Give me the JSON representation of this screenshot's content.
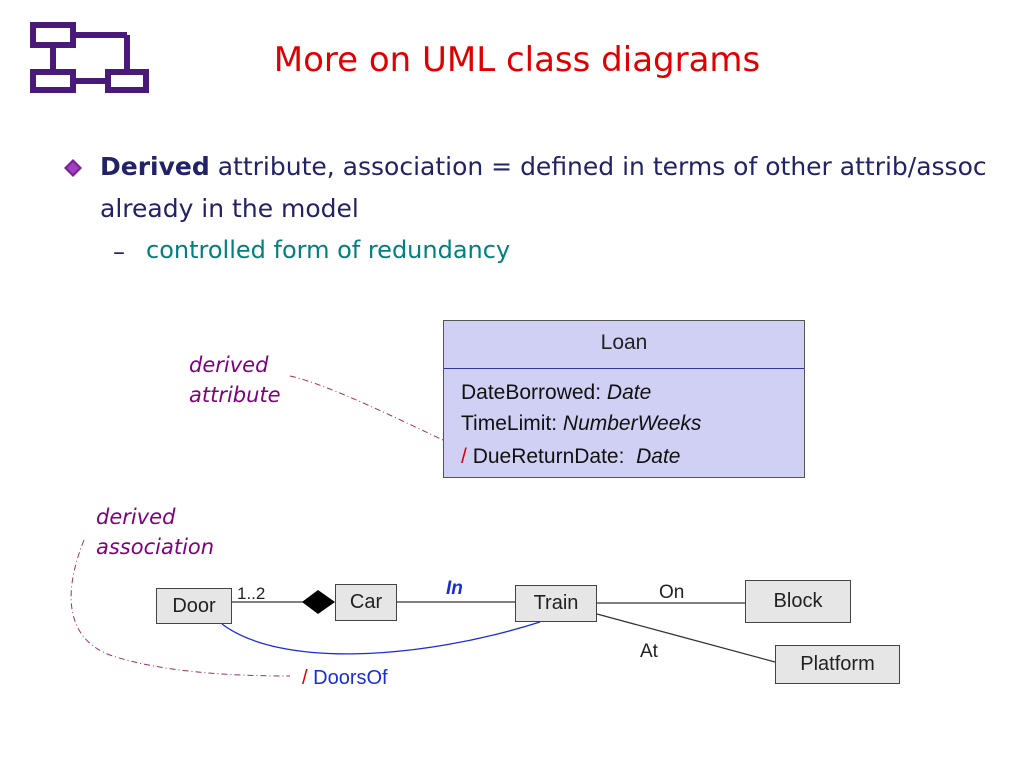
{
  "title": "More on UML class diagrams",
  "bullet": {
    "term": "Derived",
    "text": "attribute, association =   defined in terms of other attrib/assoc already in the model",
    "sub": "controlled form of redundancy",
    "sub_marker": "–"
  },
  "notes": {
    "derived_attribute_line1": "derived",
    "derived_attribute_line2": "attribute",
    "derived_association_line1": "derived",
    "derived_association_line2": "association"
  },
  "loan_class": {
    "name": "Loan",
    "attributes": [
      {
        "prefix": "",
        "name": "DateBorrowed:",
        "type": "Date"
      },
      {
        "prefix": "",
        "name": "TimeLimit:",
        "type": "NumberWeeks"
      },
      {
        "prefix": "/",
        "name": "DueReturnDate:",
        "type": "Date"
      }
    ]
  },
  "classes": {
    "door": "Door",
    "car": "Car",
    "train": "Train",
    "block": "Block",
    "platform": "Platform"
  },
  "associations": {
    "door_car_multiplicity": "1..2",
    "car_train": "In",
    "train_block": "On",
    "train_platform": "At",
    "derived_slash": "/",
    "derived_name": "DoorsOf"
  },
  "colors": {
    "title": "#e00000",
    "body_text": "#222266",
    "sub_text": "#008080",
    "note": "#800080",
    "loan_fill": "#d0d0f4",
    "class_fill": "#e6e6e6",
    "derived_line": "#1a2dd9"
  }
}
